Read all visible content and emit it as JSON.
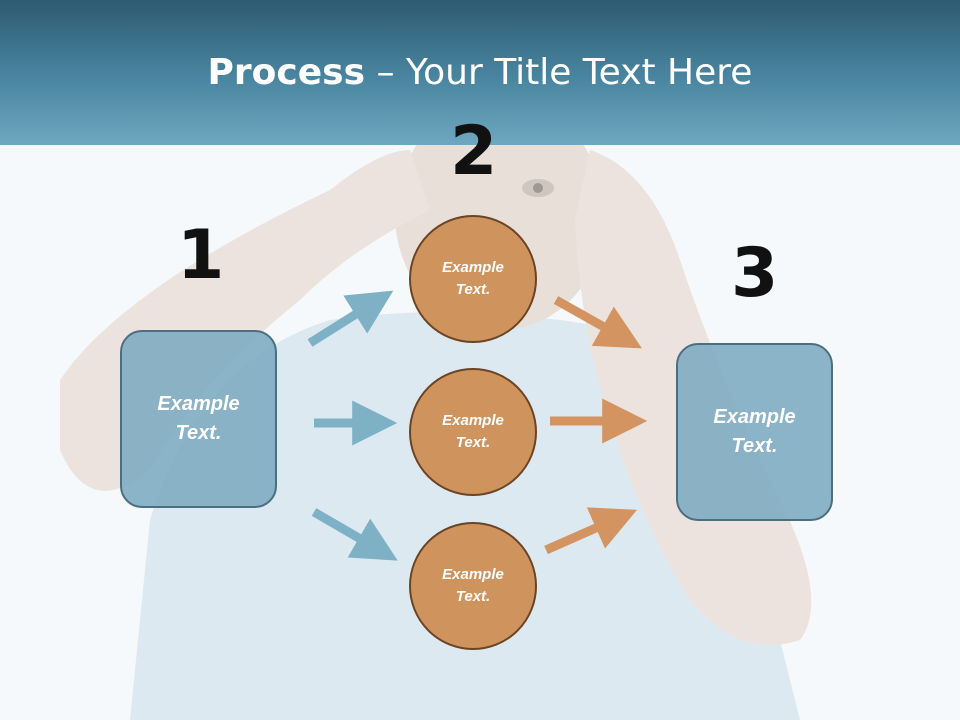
{
  "title": {
    "bold": "Process",
    "rest": " – Your Title Text Here"
  },
  "steps": {
    "one": "1",
    "two": "2",
    "three": "3"
  },
  "left_box": {
    "text": "Example Text."
  },
  "circles": [
    {
      "text": "Example Text."
    },
    {
      "text": "Example Text."
    },
    {
      "text": "Example Text."
    }
  ],
  "right_box": {
    "text": "Example Text."
  },
  "colors": {
    "header": "#3f7a96",
    "box_fill": "#7daac0",
    "circle_fill": "#cf935e",
    "blue_arrow": "#7fb1c6",
    "orange_arrow": "#d39462"
  }
}
